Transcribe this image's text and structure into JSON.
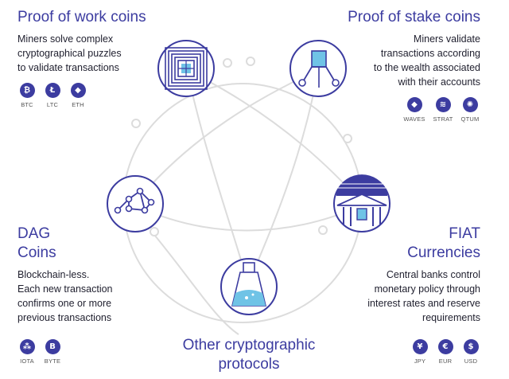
{
  "colors": {
    "accent": "#3c3ca0",
    "circle_line": "#dcdcdc",
    "node_fill": "#ffffff",
    "water": "#6fc3e6"
  },
  "pow": {
    "title": "Proof of work coins",
    "description": [
      "Miners solve complex",
      "cryptographical puzzles",
      "to validate transactions"
    ],
    "coins": [
      {
        "label": "BTC",
        "glyph": "₿",
        "icon": "bitcoin-icon"
      },
      {
        "label": "LTC",
        "glyph": "Ł",
        "icon": "litecoin-icon"
      },
      {
        "label": "ETH",
        "glyph": "◆",
        "icon": "ethereum-icon"
      }
    ]
  },
  "pos": {
    "title": "Proof of stake coins",
    "description": [
      "Miners validate",
      "transactions according",
      "to the wealth associated",
      "with their accounts"
    ],
    "coins": [
      {
        "label": "WAVES",
        "glyph": "◆",
        "icon": "waves-icon"
      },
      {
        "label": "STRAT",
        "glyph": "≋",
        "icon": "stratis-icon"
      },
      {
        "label": "QTUM",
        "glyph": "✺",
        "icon": "qtum-icon"
      }
    ]
  },
  "dag": {
    "title": [
      "DAG",
      "Coins"
    ],
    "description": [
      "Blockchain-less.",
      "Each new transaction",
      "confirms one or more",
      "previous transactions"
    ],
    "coins": [
      {
        "label": "IOTA",
        "glyph": "⁂",
        "icon": "iota-icon"
      },
      {
        "label": "BYTE",
        "glyph": "B",
        "icon": "byteball-icon"
      }
    ]
  },
  "fiat": {
    "title": [
      "FIAT",
      "Currencies"
    ],
    "description": [
      "Central banks control",
      "monetary policy through",
      "interest rates and reserve",
      "requirements"
    ],
    "coins": [
      {
        "label": "JPY",
        "glyph": "¥",
        "icon": "yen-icon"
      },
      {
        "label": "EUR",
        "glyph": "€",
        "icon": "euro-icon"
      },
      {
        "label": "USD",
        "glyph": "$",
        "icon": "dollar-icon"
      }
    ]
  },
  "other": {
    "title": [
      "Other cryptographic",
      "protocols"
    ]
  }
}
